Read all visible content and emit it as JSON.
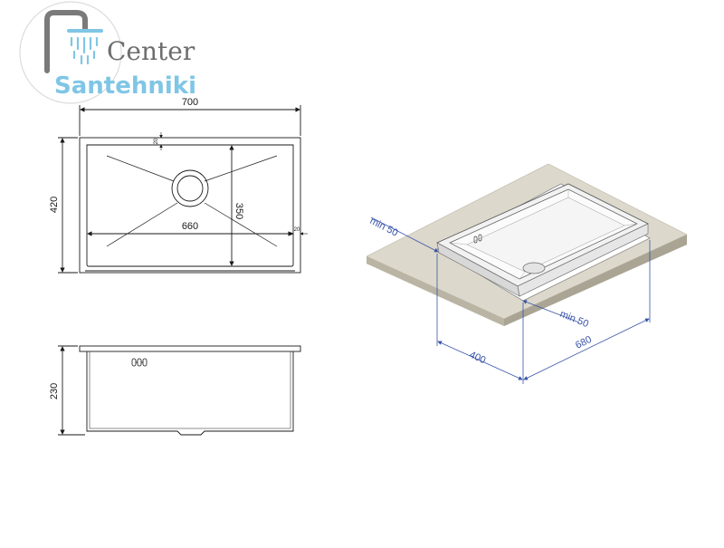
{
  "logo": {
    "line1": "Center",
    "line2": "Santehniki",
    "colors": {
      "grey": "#6d6d6d",
      "blue": "#7fc6e6",
      "ring": "#dcdcdc"
    },
    "icon": "shower-faucet-icon"
  },
  "top_view": {
    "overall_width": "700",
    "overall_height": "420",
    "bowl_width": "660",
    "bowl_height": "350",
    "rim_top": "20",
    "rim_right": "20"
  },
  "side_view": {
    "depth": "230"
  },
  "iso_view": {
    "min_top": "min 50",
    "min_right": "min 50",
    "width": "400",
    "length": "680",
    "countertop_color": "#dcd8cb",
    "dimension_color": "#3a55a8"
  }
}
